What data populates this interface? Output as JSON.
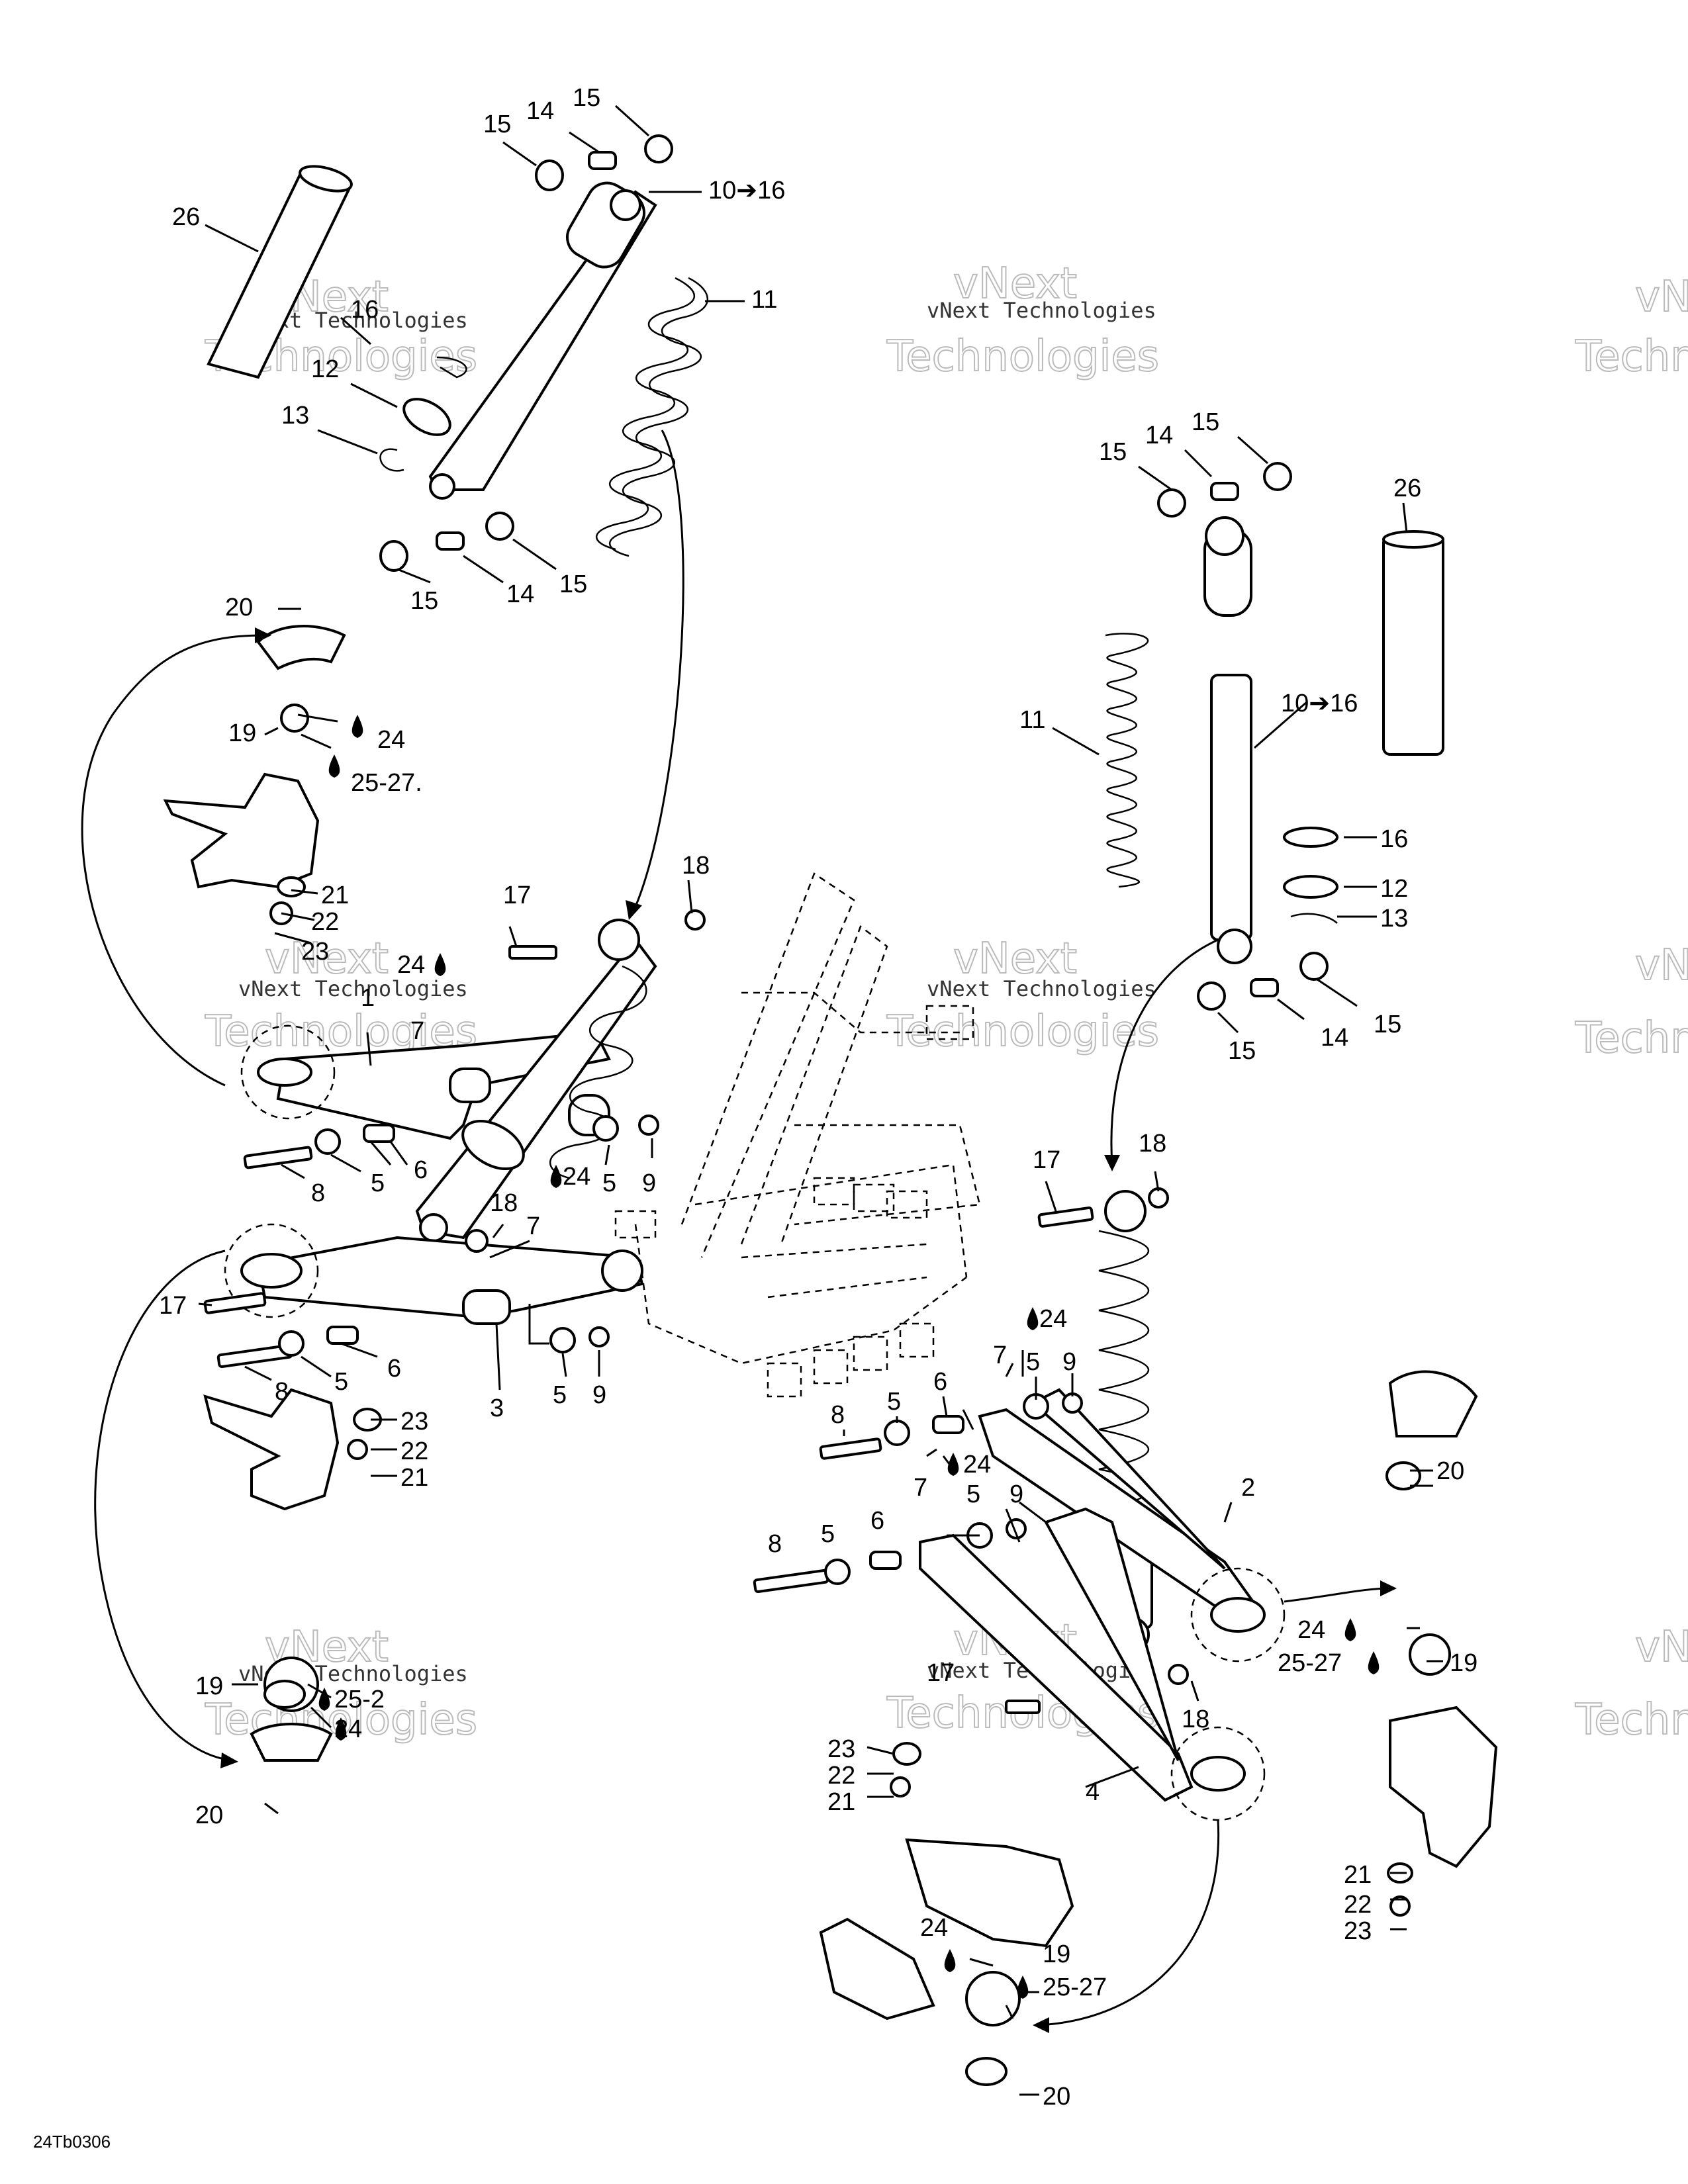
{
  "diagram_code": "24Tb0306",
  "watermark": {
    "line1": "vNext",
    "line2": "Technologies",
    "small": "vNext Technologies"
  },
  "labels": {
    "l15a": "15",
    "l14a": "14",
    "l15b": "15",
    "l1016a": "10➔16",
    "l26a": "26",
    "l11a": "11",
    "l16a": "16",
    "l12a": "12",
    "l13a": "13",
    "l15c": "15",
    "l14b": "14",
    "l15d": "15",
    "l20a": "20",
    "l19a": "19",
    "l24a": "24",
    "l2527a": "25-27.",
    "l21a": "21",
    "l22a": "22",
    "l23a": "23",
    "l17a": "17",
    "l18a": "18",
    "l24b": "24",
    "l1": "1",
    "l7a": "7",
    "l8a": "8",
    "l5a": "5",
    "l6a": "6",
    "l24c": "24",
    "l5b": "5",
    "l9a": "9",
    "l18b": "18",
    "l7b": "7",
    "l17b": "17",
    "l8b": "8",
    "l5c": "5",
    "l6b": "6",
    "l3": "3",
    "l5d": "5",
    "l9b": "9",
    "l23b": "23",
    "l22b": "22",
    "l21b": "21",
    "l19b": "19",
    "l25b": "25-2",
    "l24d": "24",
    "l20b": "20",
    "l15e": "15",
    "l14c": "14",
    "l15f": "15",
    "l26b": "26",
    "l11b": "11",
    "l1016b": "10➔16",
    "l16b": "16",
    "l12b": "12",
    "l13b": "13",
    "l15g": "15",
    "l14d": "14",
    "l15h": "15",
    "l17c": "17",
    "l18c": "18",
    "l24e": "24",
    "l7c": "7",
    "l5e": "5",
    "l9c": "9",
    "l8c": "8",
    "l5f": "5",
    "l6c": "6",
    "l24f": "24",
    "l2": "2",
    "l20c": "20",
    "l7d": "7",
    "l5g": "5",
    "l9d": "9",
    "l8d": "8",
    "l5h": "5",
    "l6d": "6",
    "l24g": "24",
    "l2527b": "25-27",
    "l19c": "19",
    "l17d": "17",
    "l18d": "18",
    "l23c": "23",
    "l22c": "22",
    "l21c": "21",
    "l4": "4",
    "l21d": "21",
    "l22d": "22",
    "l23d": "23",
    "l24h": "24",
    "l19d": "19",
    "l2527c": "25-27",
    "l20d": "20"
  }
}
